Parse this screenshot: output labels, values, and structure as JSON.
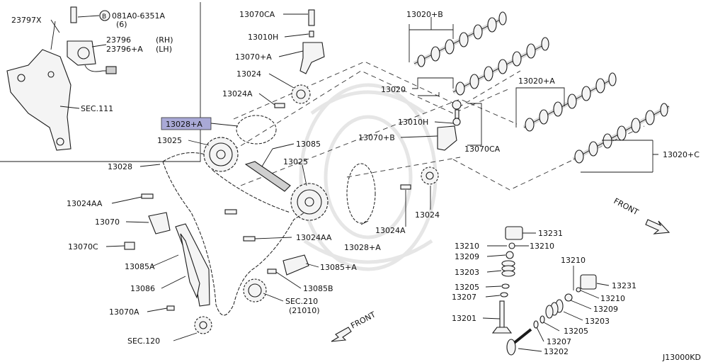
{
  "figure_id": "J13000KD",
  "callouts": {
    "c23797x": "23797X",
    "c081a0": "081A0-6351A",
    "c081a0_qty": "(6)",
    "c081a0_prefix": "B",
    "c23796": "23796",
    "c23796_rh": "(RH)",
    "c23796a": "23796+A",
    "c23796a_lh": "(LH)",
    "sec111": "SEC.111",
    "c13070ca_top": "13070CA",
    "c13010h_top": "13010H",
    "c13070a_top": "13070+A",
    "c13024_top": "13024",
    "c13024a_top": "13024A",
    "c13028a_hl": "13028+A",
    "c13025_left": "13025",
    "c13085": "13085",
    "c13025_mid": "13025",
    "c13028": "13028",
    "c13024aa_left": "13024AA",
    "c13070": "13070",
    "c13070c": "13070C",
    "c13085a": "13085A",
    "c13086": "13086",
    "c13070a_low": "13070A",
    "sec120": "SEC.120",
    "c13024aa_mid": "13024AA",
    "c13085_a": "13085+A",
    "c13085b": "13085B",
    "sec210": "SEC.210",
    "sec210_sub": "(21010)",
    "c13028_a_right": "13028+A",
    "c13024a_right": "13024A",
    "c13024_right": "13024",
    "c13020b": "13020+B",
    "c13020": "13020",
    "c13010h_mid": "13010H",
    "c13070b": "13070+B",
    "c13070ca_mid": "13070CA",
    "c13020a": "13020+A",
    "c13020c": "13020+C",
    "front_right": "FRONT",
    "front_bottom": "FRONT",
    "c13231_a": "13231",
    "c13210_a1": "13210",
    "c13210_a2": "13210",
    "c13209_a": "13209",
    "c13203_a": "13203",
    "c13205_a": "13205",
    "c13207_a": "13207",
    "c13201": "13201",
    "c13210_b1": "13210",
    "c13231_b": "13231",
    "c13210_b2": "13210",
    "c13209_b": "13209",
    "c13203_b": "13203",
    "c13205_b": "13205",
    "c13207_b": "13207",
    "c13202": "13202"
  },
  "colors": {
    "line": "#1a1a1a",
    "highlight": "#a9a9d6",
    "watermark": "#e6e6e6",
    "background": "#ffffff"
  }
}
